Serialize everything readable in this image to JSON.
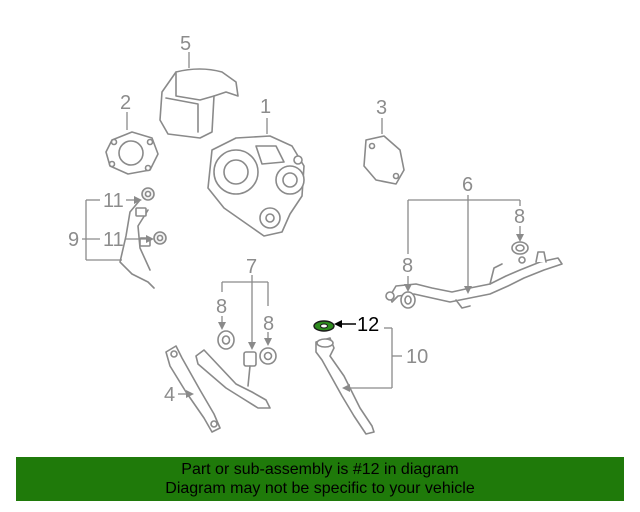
{
  "callouts": {
    "c1": "1",
    "c2": "2",
    "c3": "3",
    "c4": "4",
    "c5": "5",
    "c6": "6",
    "c7": "7",
    "c8a": "8",
    "c8b": "8",
    "c8c": "8",
    "c8d": "8",
    "c9": "9",
    "c10": "10",
    "c11a": "11",
    "c11b": "11",
    "c12": "12"
  },
  "colors": {
    "highlight_part": "#2e8b1e",
    "footer_bg": "#1f7a0a",
    "line_gray": "#8a8a8a"
  },
  "footer": {
    "line1": "Part or sub-assembly is #12 in diagram",
    "line2": "Diagram may not be specific to your vehicle"
  }
}
